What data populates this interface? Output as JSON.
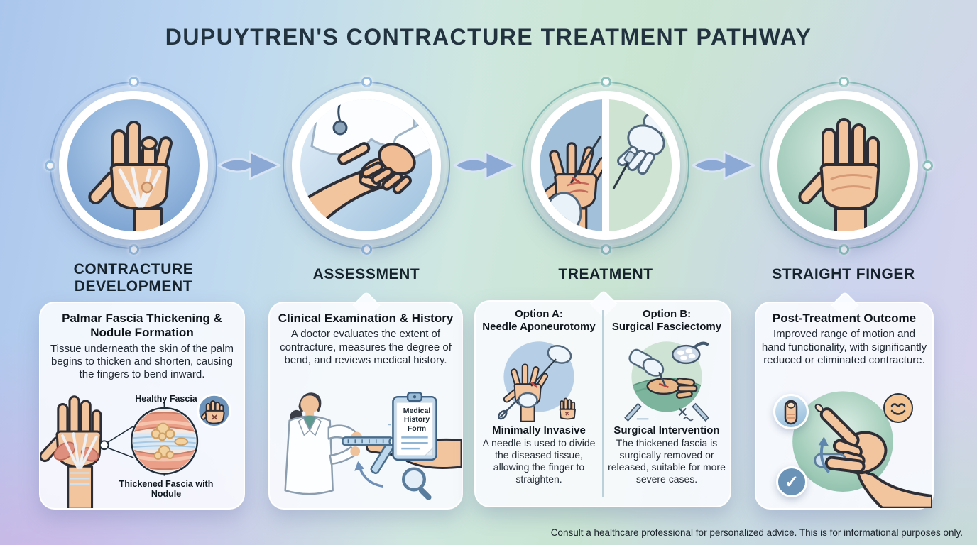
{
  "title": "DUPUYTREN'S CONTRACTURE TREATMENT PATHWAY",
  "footer": "Consult a healthcare professional for personalized advice. This is for informational purposes only.",
  "icons": {
    "checkmark": "✓"
  },
  "colors": {
    "background_left": "#abc6ec",
    "background_center": "#cfe7e0",
    "background_right": "#d6d2ec",
    "background_bottom_left": "#dca7e0",
    "arrow": "#8ca8d4",
    "ring_blue": "#95bce0",
    "ring_teal": "#8cc2bc",
    "card_background": "#fafcff",
    "heading_text": "#16232d",
    "body_text": "#202831"
  },
  "stages": [
    {
      "label": "CONTRACTURE DEVELOPMENT",
      "card": {
        "title": "Palmar Fascia Thickening & Nodule Formation",
        "body": "Tissue underneath the skin of the palm begins to thicken and shorten, causing the fingers to bend inward.",
        "label_healthy": "Healthy Fascia",
        "label_thickened": "Thickened Fascia with Nodule"
      }
    },
    {
      "label": "ASSESSMENT",
      "card": {
        "title": "Clinical Examination & History",
        "body": "A doctor evaluates the extent of contracture, measures the degree of bend, and reviews medical history.",
        "clipboard": "Medical History Form"
      }
    },
    {
      "label": "TREATMENT",
      "card": {
        "options": [
          {
            "line1": "Option A:",
            "line2": "Needle Aponeurotomy",
            "subtitle": "Minimally Invasive",
            "body": "A needle is used to divide the diseased tissue, allowing the finger to straighten."
          },
          {
            "line1": "Option B:",
            "line2": "Surgical Fasciectomy",
            "subtitle": "Surgical Intervention",
            "body": "The thickened fascia is surgically removed or released, suitable for more severe cases."
          }
        ]
      }
    },
    {
      "label": "STRAIGHT FINGER",
      "card": {
        "title": "Post-Treatment Outcome",
        "body": "Improved range of motion and hand functionality, with significantly reduced or eliminated contracture."
      }
    }
  ]
}
